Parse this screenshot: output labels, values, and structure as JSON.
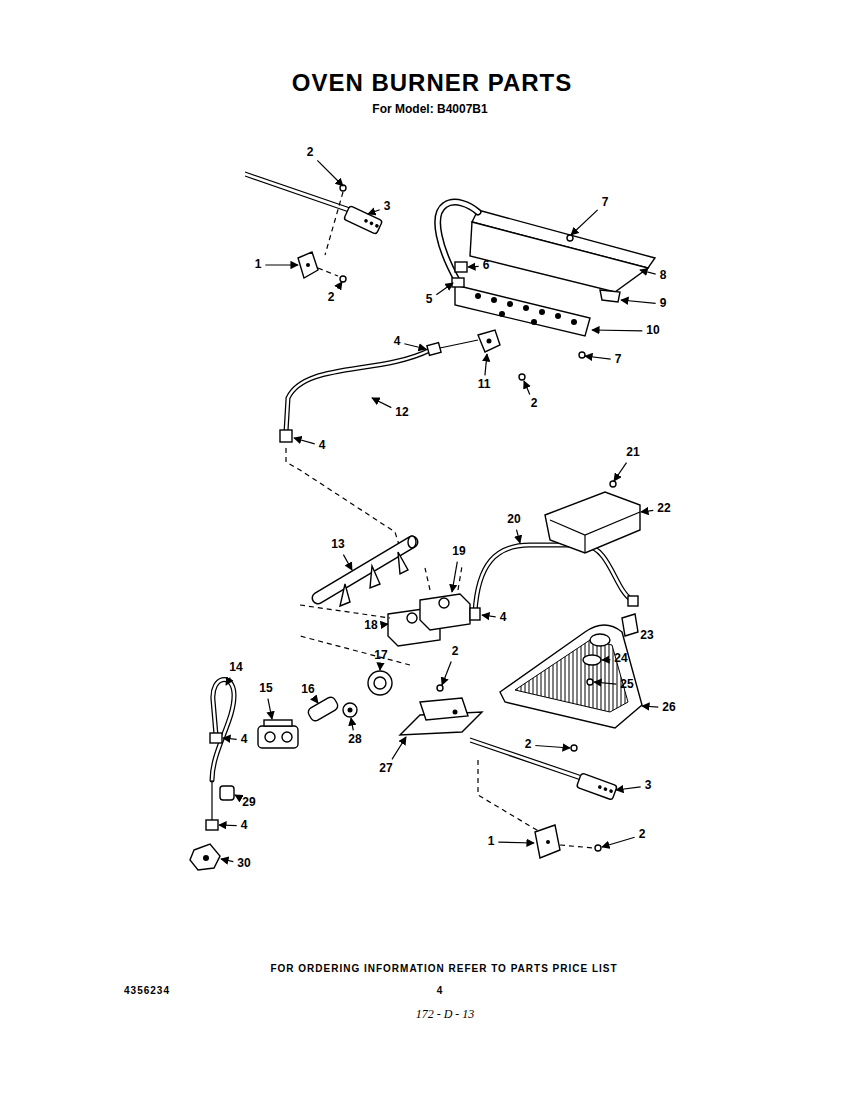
{
  "diagram": {
    "title": "OVEN BURNER PARTS",
    "labels": [
      "For Model: B4007B1",
      "2",
      "3",
      "7",
      "1",
      "6",
      "8",
      "5",
      "9",
      "2",
      "10",
      "4",
      "7",
      "11",
      "2",
      "12",
      "4",
      "21",
      "22",
      "20",
      "13",
      "19",
      "4",
      "18",
      "23",
      "2",
      "24",
      "14",
      "17",
      "25",
      "15",
      "16",
      "26",
      "4",
      "28",
      "27",
      "2",
      "3",
      "29",
      "4",
      "1",
      "2",
      "30",
      "FOR ORDERING INFORMATION REFER TO PARTS PRICE LIST",
      "4356234",
      "4",
      "172 - D - 13"
    ]
  }
}
